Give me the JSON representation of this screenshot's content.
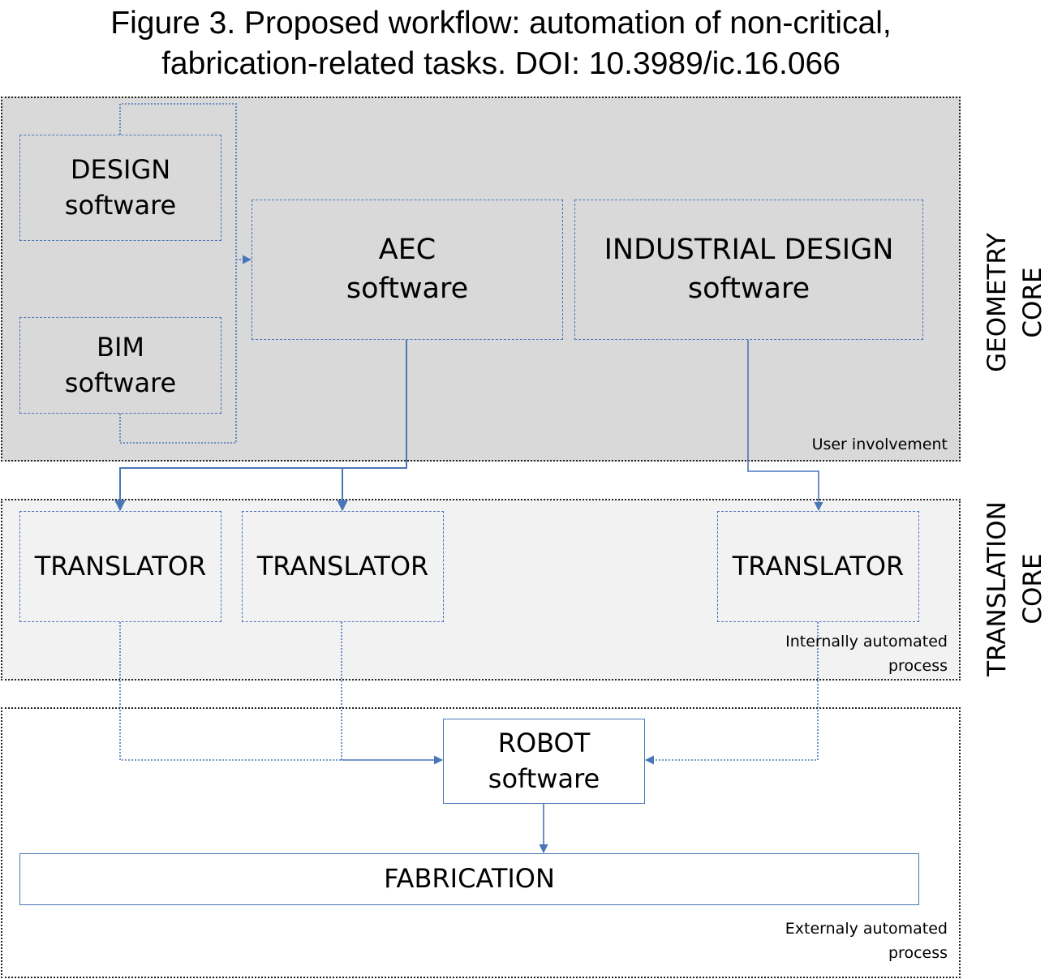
{
  "title": {
    "line1": "Figure 3. Proposed workflow: automation of non-critical,",
    "line2": "fabrication-related tasks. DOI: 10.3989/ic.16.066"
  },
  "regions": {
    "geometry": {
      "label_line1": "GEOMETRY",
      "label_line2": "CORE",
      "note": "User involvement",
      "fill": "#d9d9d9"
    },
    "translation": {
      "label_line1": "TRANSLATION",
      "label_line2": "CORE",
      "note_line1": "Internally automated",
      "note_line2": "process",
      "fill": "#f2f2f2"
    },
    "fabrication": {
      "note_line1": "Externaly automated",
      "note_line2": "process",
      "fill": "#ffffff"
    }
  },
  "nodes": {
    "design": {
      "line1": "DESIGN",
      "line2": "software"
    },
    "bim": {
      "line1": "BIM",
      "line2": "software"
    },
    "aec": {
      "line1": "AEC",
      "line2": "software"
    },
    "industrial": {
      "line1": "INDUSTRIAL DESIGN",
      "line2": "software"
    },
    "translator_1": {
      "line1": "TRANSLATOR"
    },
    "translator_2": {
      "line1": "TRANSLATOR"
    },
    "translator_3": {
      "line1": "TRANSLATOR"
    },
    "robot": {
      "line1": "ROBOT",
      "line2": "software"
    },
    "fabrication": {
      "line1": "FABRICATION"
    }
  },
  "colors": {
    "connector": "#4a76b8"
  }
}
